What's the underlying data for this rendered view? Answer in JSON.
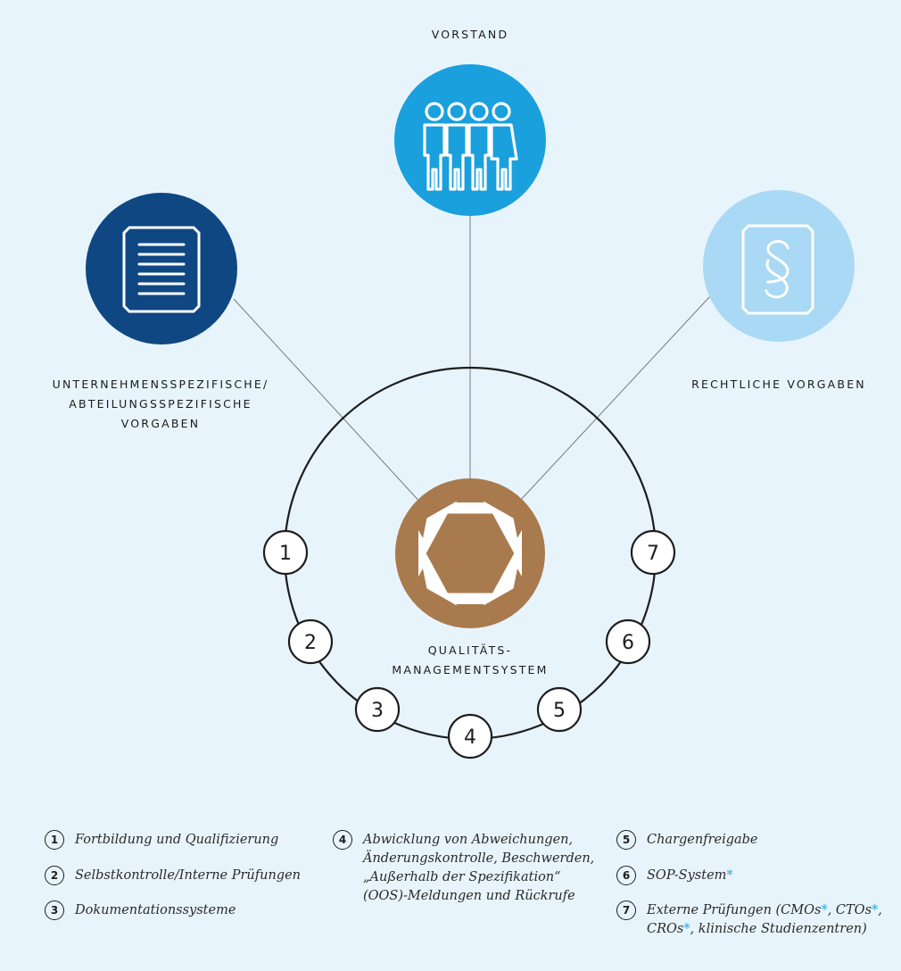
{
  "labels": {
    "top": "VORSTAND",
    "left": "UNTERNEHMENSSPEZIFISCHE/\nABTEILUNGSSPEZIFISCHE\nVORGABEN",
    "right": "RECHTLICHE VORGABEN",
    "center": "QUALITÄTS-\nMANAGEMENTSYSTEM"
  },
  "nodes": {
    "top": {
      "color": "#1aa0dd",
      "icon": "people-icon"
    },
    "left": {
      "color": "#0f4783",
      "icon": "document-icon"
    },
    "right": {
      "color": "#a9d9f4",
      "icon": "paragraph-icon"
    },
    "center": {
      "color": "#a87a4e",
      "icon": "hexagon-icon"
    }
  },
  "ring_numbers": [
    "1",
    "2",
    "3",
    "4",
    "5",
    "6",
    "7"
  ],
  "legend": [
    {
      "num": "1",
      "text": "Fortbildung und Qualifizierung"
    },
    {
      "num": "2",
      "text": "Selbstkontrolle/Interne Prüfungen"
    },
    {
      "num": "3",
      "text": "Dokumentationssysteme"
    },
    {
      "num": "4",
      "text": "Abwicklung von Abweichungen,\nÄnderungskontrolle, Beschwerden,\n„Außerhalb der Spezifikation“\n(OOS)-Meldungen und Rückrufe"
    },
    {
      "num": "5",
      "text": "Chargenfreigabe"
    },
    {
      "num": "6",
      "text": "SOP-System",
      "star": "*"
    },
    {
      "num": "7",
      "text": "Externe Prüfungen (CMOs",
      "star": "*",
      "text2": ", CTOs",
      "star2": "*",
      "text3": ",\nCROs",
      "star3": "*",
      "text4": ", klinische Studienzentren)"
    }
  ]
}
